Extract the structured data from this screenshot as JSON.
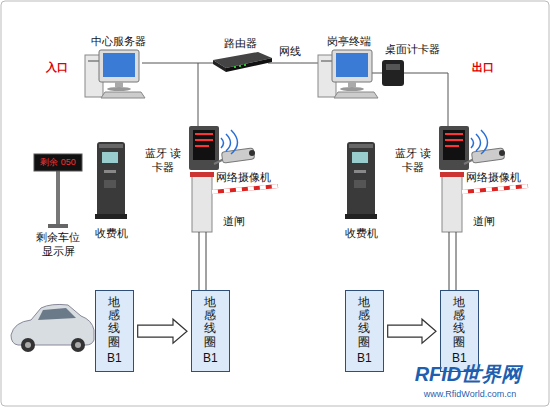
{
  "diagram": {
    "nodes": [
      {
        "text": [
          "地感线圈",
          "B1"
        ]
      },
      {
        "text": [
          "地感线圈",
          "B1"
        ]
      },
      {
        "text": [
          "地感线圈",
          "B1"
        ]
      },
      {
        "text": [
          "地感线圈",
          "B1"
        ]
      }
    ],
    "edges": [
      {
        "from": 0,
        "to": 1,
        "arrow": "to"
      },
      {
        "from": 2,
        "to": 3,
        "arrow": "to"
      }
    ],
    "labels": [
      "中心服务器",
      "路由器",
      "网线",
      "岗亭终端",
      "桌面计卡器",
      "入口",
      "出口",
      "蓝牙 读卡器",
      "网络摄像机",
      "道闸",
      "收费机",
      "剩余车位 显示屏",
      "剩余 050",
      "蓝牙 读卡器",
      "网络摄像机",
      "道闸",
      "收费机",
      "RFID世界网",
      "www.RfidWorld.com.cn"
    ]
  }
}
